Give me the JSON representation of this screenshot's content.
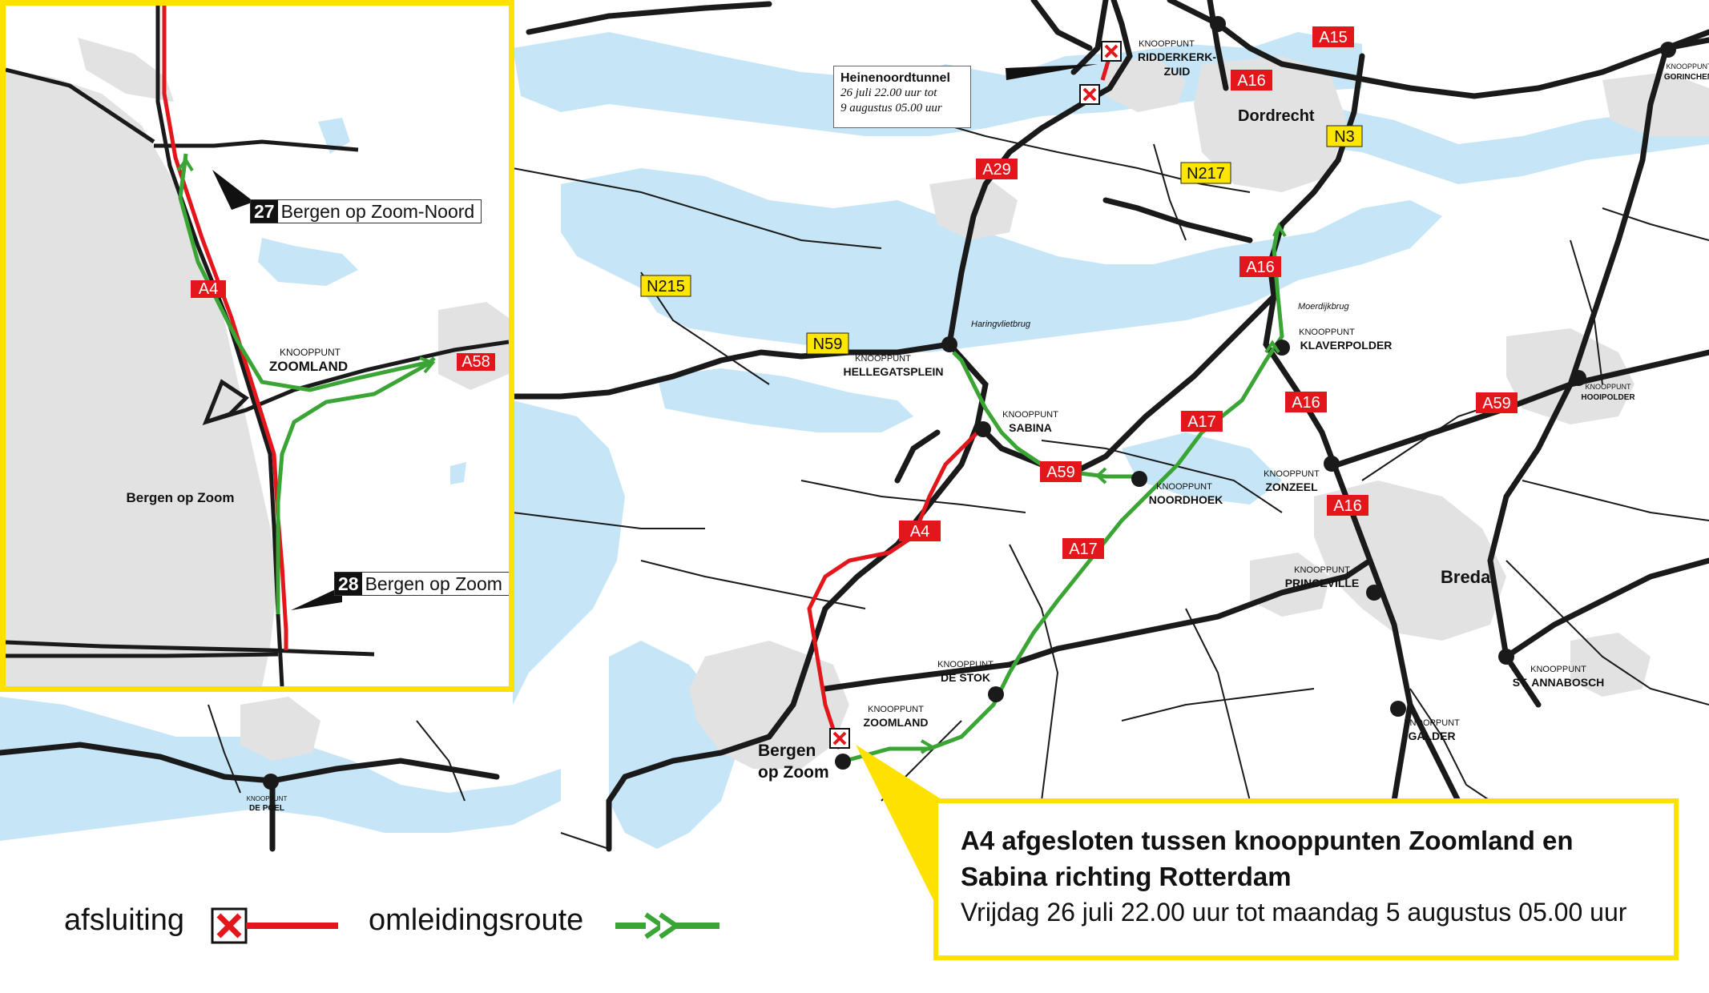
{
  "colors": {
    "water": "#c6e5f6",
    "urban": "#e2e2e2",
    "road": "#1a1a1a",
    "closure": "#e3161b",
    "detour": "#3aa535",
    "highlight": "#ffe100"
  },
  "tunnel": {
    "name": "Heinenoordtunnel",
    "line1": "26 juli 22.00 uur tot",
    "line2": "9 augustus 05.00 uur"
  },
  "cities": {
    "dordrecht": "Dordrecht",
    "breda": "Breda",
    "bergen_line1": "Bergen",
    "bergen_line2": "op Zoom"
  },
  "knooppunten": {
    "prefix": "KNOOPPUNT",
    "ridderkerk_line1": "RIDDERKERK-",
    "ridderkerk_line2": "ZUID",
    "gorinchem": "GORINCHEM",
    "hellegatsplein": "HELLEGATSPLEIN",
    "sabina": "SABINA",
    "klaverpolder": "KLAVERPOLDER",
    "noordhoek": "NOORDHOEK",
    "zonzeel": "ZONZEEL",
    "hooipolder": "HOOIPOLDER",
    "princeville": "PRINCEVILLE",
    "de_stok": "DE STOK",
    "zoomland": "ZOOMLAND",
    "st_annabosch": "ST. ANNABOSCH",
    "galder": "GALDER",
    "de_poel": "DE POEL"
  },
  "bridges": {
    "haringvlietbrug": "Haringvlietbrug",
    "moerdijkbrug": "Moerdijkbrug"
  },
  "shields": {
    "a15": "A15",
    "a16": "A16",
    "a29": "A29",
    "a4": "A4",
    "a17": "A17",
    "a59": "A59",
    "a58": "A58",
    "n3": "N3",
    "n217": "N217",
    "n215": "N215",
    "n59": "N59"
  },
  "inset": {
    "city": "Bergen op Zoom",
    "knooppunt_label": "KNOOPPUNT",
    "knooppunt_name": "ZOOMLAND",
    "exit27_num": "27",
    "exit27_name": "Bergen op Zoom-Noord",
    "exit28_num": "28",
    "exit28_name": "Bergen op Zoom",
    "shield_a4": "A4",
    "shield_a58": "A58"
  },
  "infobox": {
    "title_line1": "A4 afgesloten tussen knooppunten Zoomland en",
    "title_line2": "Sabina richting Rotterdam",
    "subtitle": "Vrijdag 26 juli 22.00 uur tot maandag 5 augustus 05.00 uur"
  },
  "legend": {
    "closure_label": "afsluiting",
    "detour_label": "omleidingsroute",
    "closure_icon": "closure-x-icon",
    "detour_icon": "double-chevron-arrow-icon"
  }
}
